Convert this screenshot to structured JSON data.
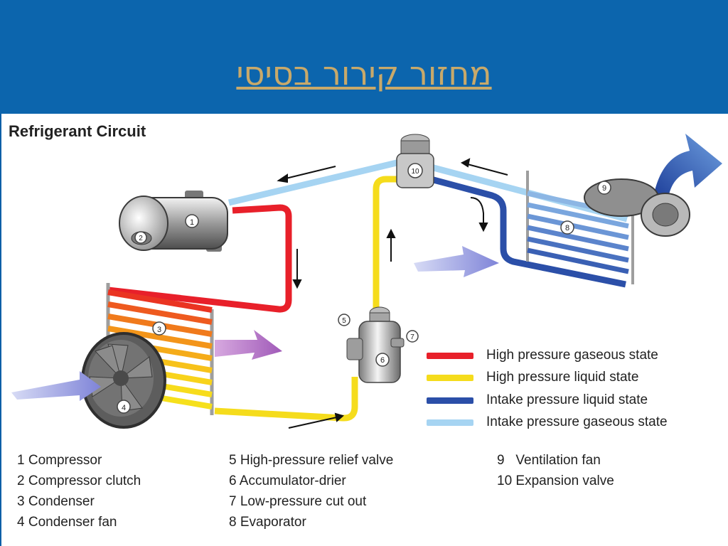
{
  "slide": {
    "title": "מחזור קירור בסיסי"
  },
  "diagram": {
    "title": "Refrigerant Circuit",
    "component_numbers": [
      "1",
      "2",
      "3",
      "4",
      "5",
      "6",
      "7",
      "8",
      "9",
      "10"
    ],
    "legend": [
      {
        "label": "High pressure gaseous state",
        "color": "#e8202a"
      },
      {
        "label": "High pressure liquid state",
        "color": "#f5dc1c"
      },
      {
        "label": "Intake pressure liquid state",
        "color": "#2b4fa8"
      },
      {
        "label": "Intake pressure gaseous state",
        "color": "#a6d4f2"
      }
    ],
    "components": [
      "1 Compressor",
      "2 Compressor clutch",
      "3 Condenser",
      "4 Condenser fan",
      "5 High-pressure relief valve",
      "6 Accumulator-drier",
      "7 Low-pressure cut out",
      "8 Evaporator",
      "9   Ventilation fan",
      "10 Expansion valve"
    ]
  }
}
